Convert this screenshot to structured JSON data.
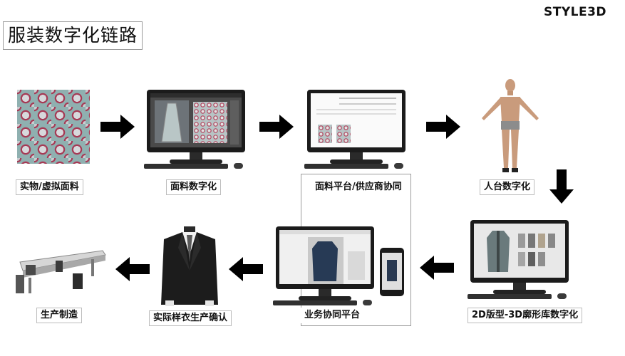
{
  "logo": "STYLE3D",
  "title": "服装数字化链路",
  "steps": {
    "fabric_physical": "实物/虚拟面料",
    "fabric_digital": "面料数字化",
    "fabric_platform": "面料平台/供应商协同",
    "avatar_digital": "人台数字化",
    "pattern_3d": "2D版型-3D廓形库数字化",
    "business_platform": "业务协同平台",
    "sample_confirm": "实际样衣生产确认",
    "production": "生产制造"
  },
  "colors": {
    "arrow": "#000000",
    "fabric_base": "#8fb0b0",
    "fabric_motif": "#a63a55"
  }
}
